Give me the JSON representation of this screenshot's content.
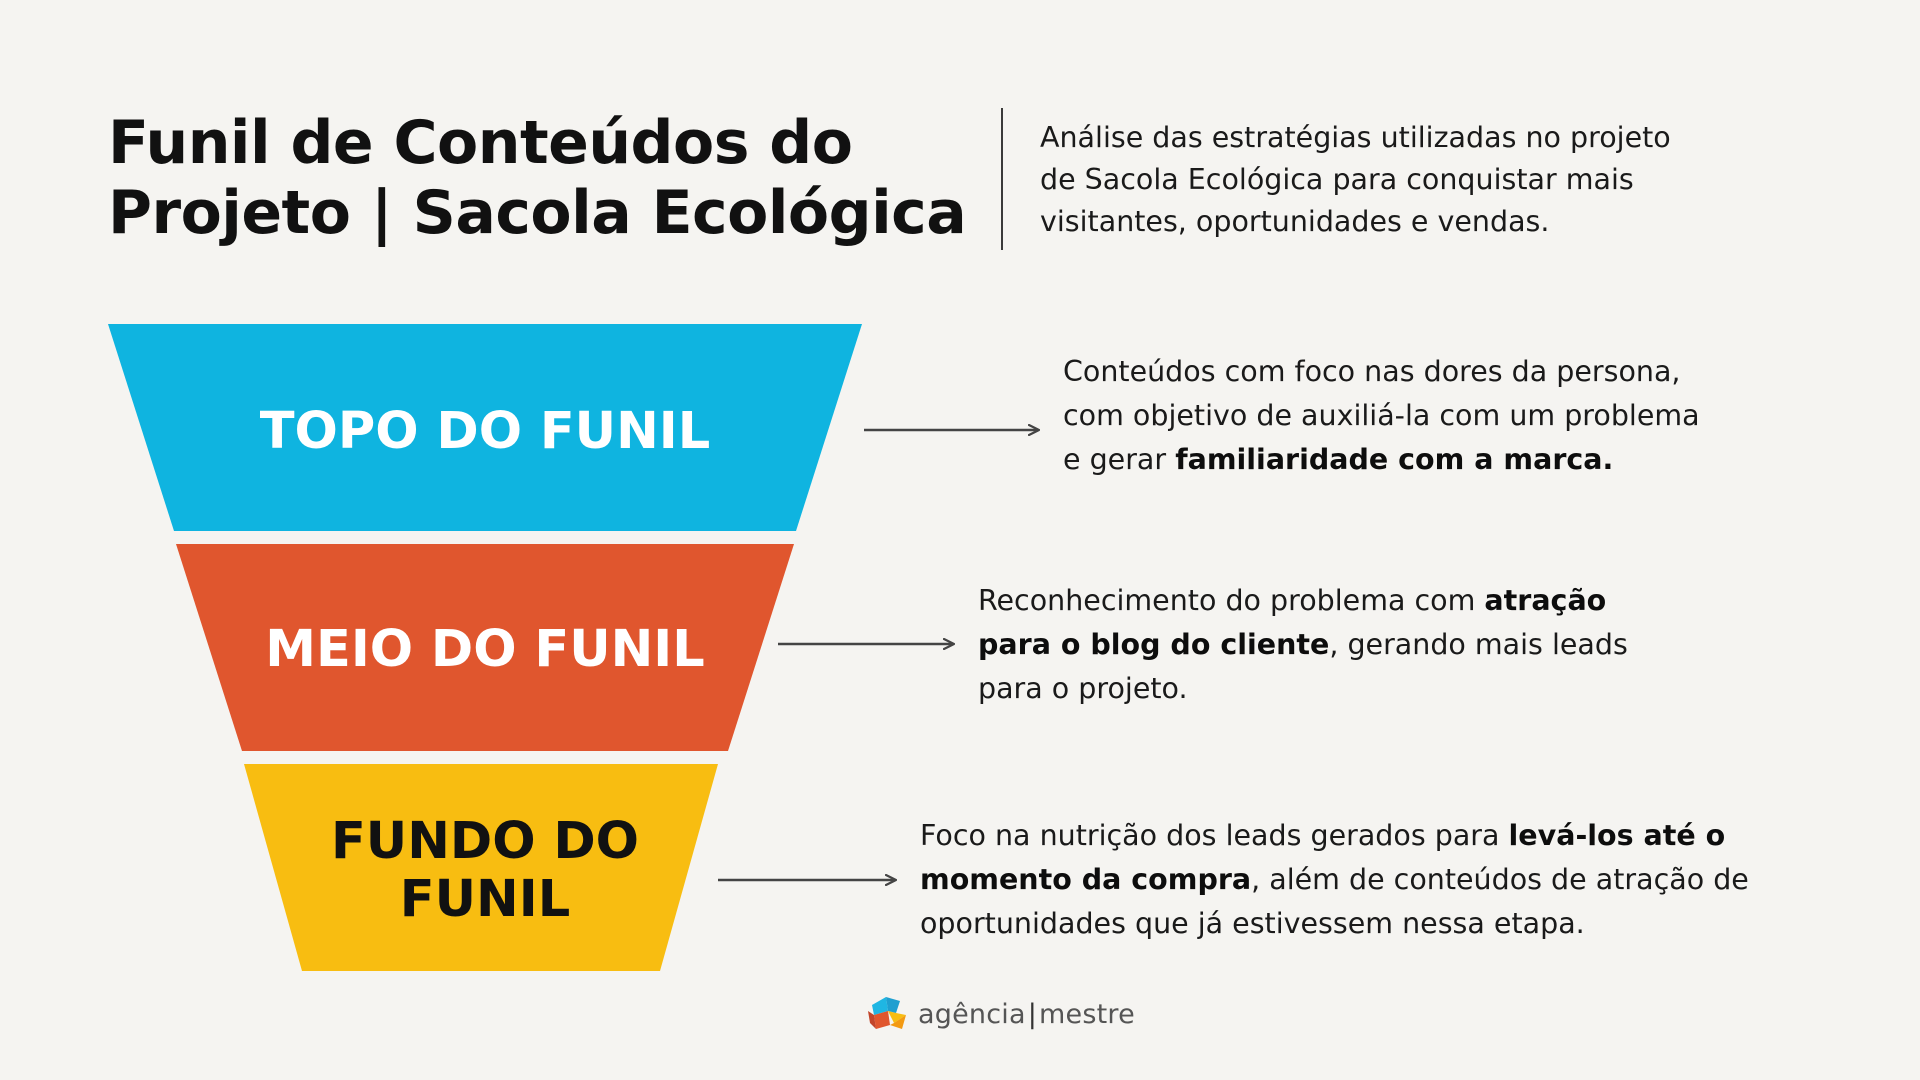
{
  "header": {
    "title_lines": [
      "Funil de Conteúdos do",
      "Projeto | Sacola Ecológica"
    ],
    "subtitle_lines": [
      "Análise das estratégias utilizadas no projeto",
      "de Sacola Ecológica para conquistar mais",
      "visitantes, oportunidades e vendas."
    ]
  },
  "funnel": {
    "stages": [
      {
        "label_lines": [
          "TOPO DO FUNIL"
        ],
        "color": "#0fb4e0",
        "text_color": "#ffffff",
        "description_lines": [
          [
            {
              "text": "Conteúdos com foco nas dores da persona,",
              "bold": false
            }
          ],
          [
            {
              "text": "com objetivo de auxiliá-la com um problema",
              "bold": false
            }
          ],
          [
            {
              "text": "e gerar ",
              "bold": false
            },
            {
              "text": "familiaridade com a marca.",
              "bold": true
            }
          ]
        ]
      },
      {
        "label_lines": [
          "MEIO DO FUNIL"
        ],
        "color": "#e0562e",
        "text_color": "#ffffff",
        "description_lines": [
          [
            {
              "text": "Reconhecimento do problema com ",
              "bold": false
            },
            {
              "text": "atração",
              "bold": true
            }
          ],
          [
            {
              "text": "para o blog do cliente",
              "bold": true
            },
            {
              "text": ", gerando mais leads",
              "bold": false
            }
          ],
          [
            {
              "text": "para o projeto.",
              "bold": false
            }
          ]
        ]
      },
      {
        "label_lines": [
          "FUNDO DO",
          "FUNIL"
        ],
        "color": "#f8bd11",
        "text_color": "#111111",
        "description_lines": [
          [
            {
              "text": "Foco na nutrição dos leads gerados para ",
              "bold": false
            },
            {
              "text": "levá-los até o",
              "bold": true
            }
          ],
          [
            {
              "text": "momento da compra",
              "bold": true
            },
            {
              "text": ", além de conteúdos de atração de",
              "bold": false
            }
          ],
          [
            {
              "text": "oportunidades que já estivessem nessa etapa.",
              "bold": false
            }
          ]
        ]
      }
    ]
  },
  "logo": {
    "name_left": "agência",
    "separator": "|",
    "name_right": "mestre"
  },
  "colors": {
    "background": "#f5f4f1",
    "arrow": "#444444"
  }
}
